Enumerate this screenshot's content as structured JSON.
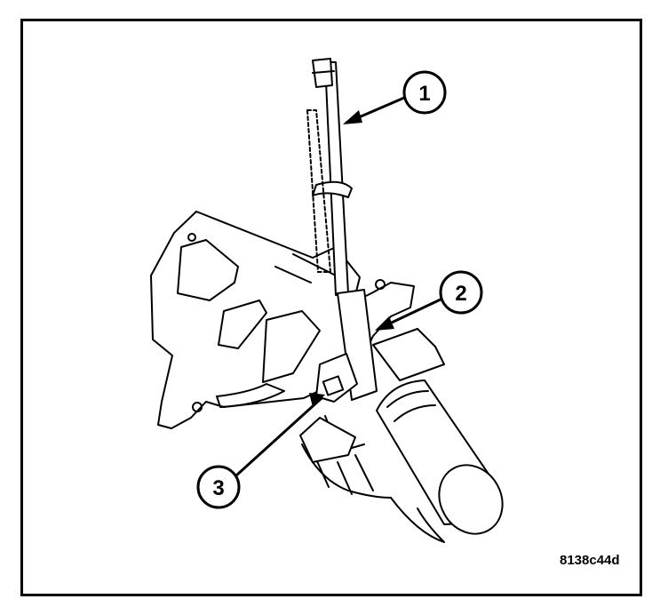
{
  "figure": {
    "code": "8138c44d",
    "ink_color": "#000000",
    "paper_color": "#ffffff"
  },
  "callouts": [
    {
      "number": "1"
    },
    {
      "number": "2"
    },
    {
      "number": "3"
    }
  ]
}
